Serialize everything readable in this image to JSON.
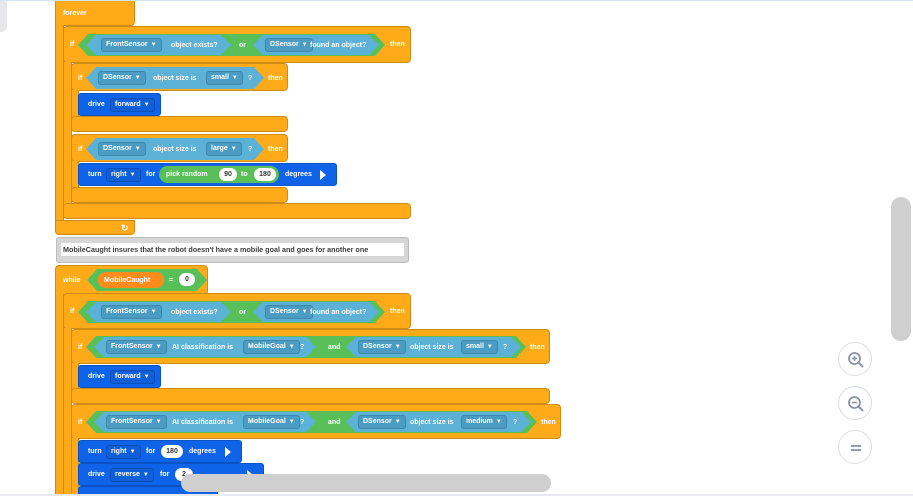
{
  "workspace": {
    "forever_label": "forever",
    "if_label": "if",
    "then_label": "then",
    "or_label": "or",
    "and_label": "and",
    "while_label": "while",
    "equals_label": "=",
    "for_label": "for",
    "to_label": "to",
    "degrees_label": "degrees",
    "object_exists_label": "object exists?",
    "found_object_label": "found an object?",
    "object_size_label": "object size is",
    "ai_classification_label": "AI classification is",
    "question_mark": "?",
    "pick_random_label": "pick random",
    "drive_label": "drive",
    "turn_label": "turn",
    "loop_arrow": "↻",
    "front_sensor": "FrontSensor",
    "d_sensor": "DSensor",
    "size_small": "small",
    "size_large": "large",
    "size_medium": "medium",
    "mobile_goal": "MobileGoal",
    "direction_forward": "forward",
    "direction_reverse": "reverse",
    "direction_right": "right",
    "random_min": "90",
    "random_max": "180",
    "turn_degrees": "180",
    "partial_value": "2",
    "variable_name": "MobileCaught",
    "variable_value": "0",
    "comment_text": "MobileCaught insures that the robot doesn't have a mobile goal and goes for another one"
  },
  "colors": {
    "control": "#ffab19",
    "sensing": "#5cb1d6",
    "operator": "#59c059",
    "variable": "#ff8c1a",
    "motion": "#0f63e8"
  },
  "icons": [
    "zoom-in-icon",
    "zoom-out-icon",
    "reset-zoom-icon",
    "loop-arrow-icon",
    "play-arrow-icon",
    "dropdown-caret-icon"
  ]
}
